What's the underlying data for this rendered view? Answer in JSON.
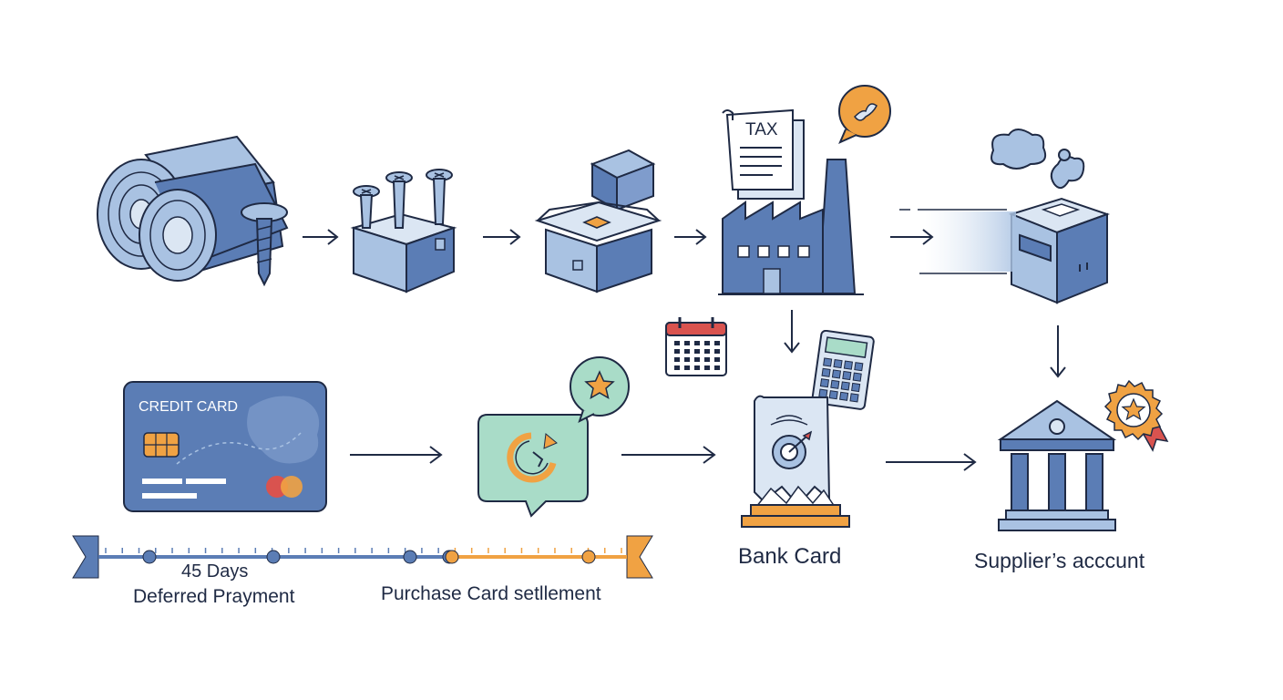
{
  "colors": {
    "navy": "#1f2a44",
    "blue": "#5b7db5",
    "light_blue": "#a9c2e2",
    "pale_blue": "#dbe6f3",
    "orange": "#f0a243",
    "teal_bg": "#a9dcc8",
    "red": "#d9534f"
  },
  "icons": {
    "steel_coils": "steel-coils-icon",
    "screws_box": "screws-box-icon",
    "open_box": "open-box-icon",
    "tax_document": "tax-document-icon",
    "factory": "factory-icon",
    "chat_bubble": "chat-bubble-icon",
    "shipping_box": "shipping-box-icon",
    "calendar": "calendar-icon",
    "calculator": "calculator-icon",
    "credit_card": "credit-card-icon",
    "refresh_bubble": "refresh-bubble-icon",
    "star_bubble": "star-bubble-icon",
    "bank_card_award": "bank-card-award-icon",
    "bank_building": "bank-building-icon",
    "badge_ribbon": "badge-ribbon-icon"
  },
  "texts": {
    "tax_label": "TAX",
    "credit_card_label": "CREDIT CARD",
    "bank_card_label": "Bank Card",
    "supplier_account_label": "Supplier’s acccunt",
    "days_label": "45 Days",
    "deferred_label": "Deferred Prayment",
    "settlement_label": "Purchase Card setllement"
  },
  "timeline": {
    "tick_count": 32,
    "blue_markers": 4,
    "orange_markers": 2
  }
}
